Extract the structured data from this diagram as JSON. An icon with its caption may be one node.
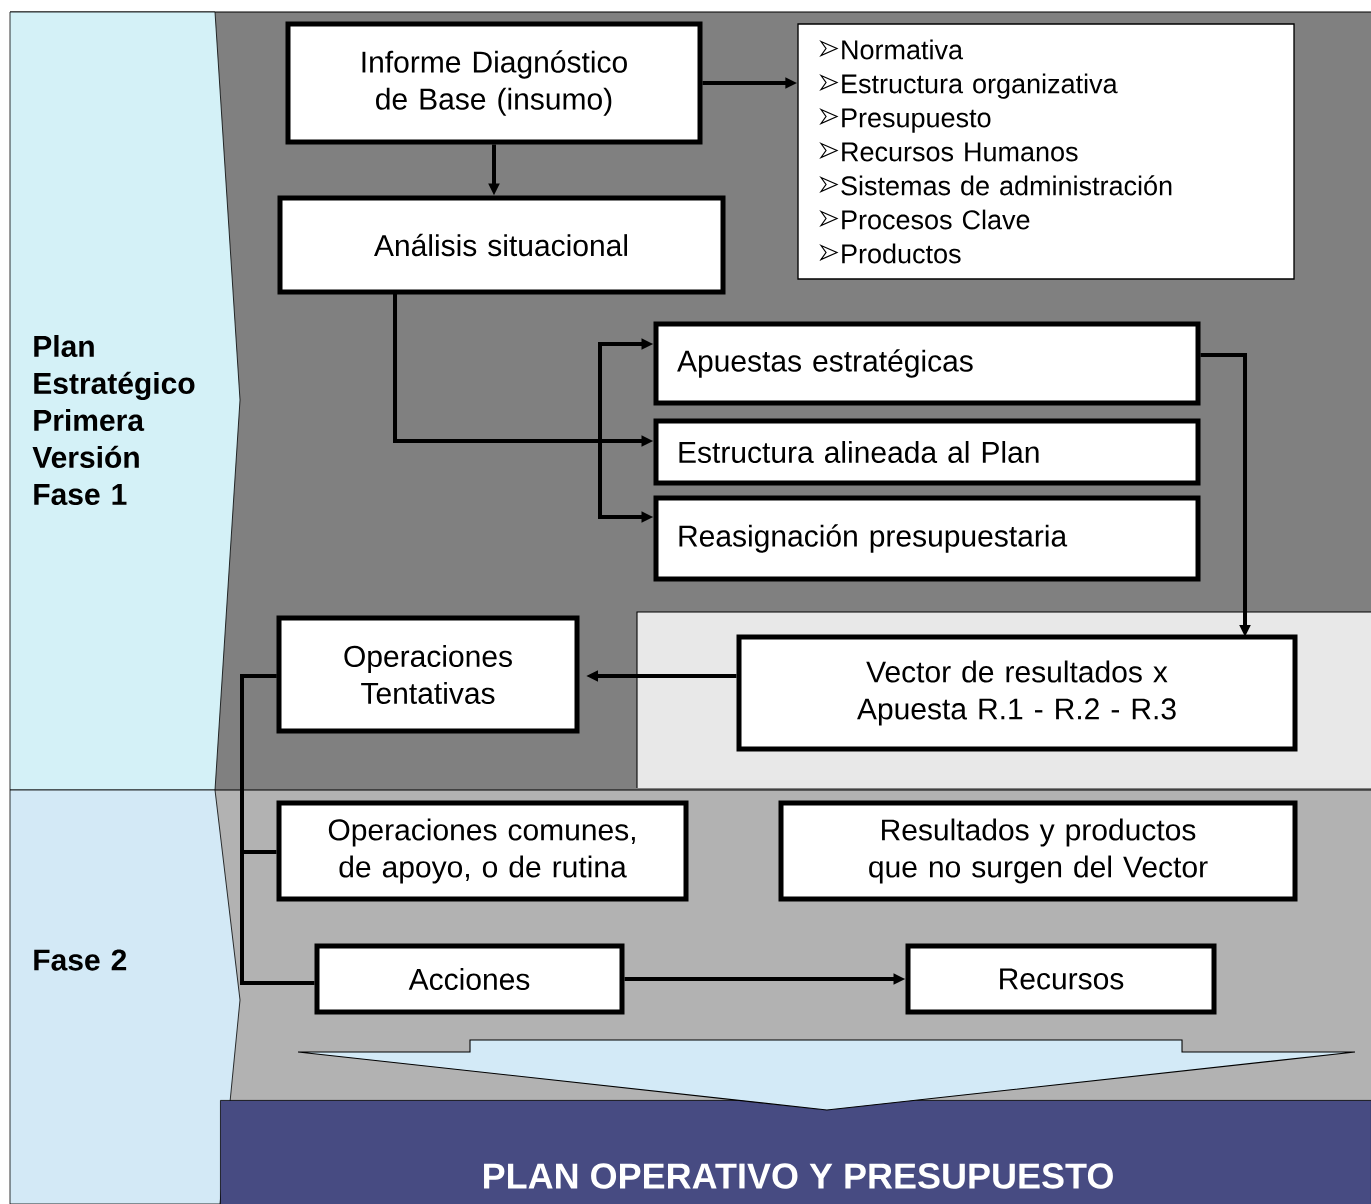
{
  "diagram": {
    "nodes": [
      {
        "text": [
          "Plan Estratégico Primera Versión Fase 1"
        ]
      },
      {
        "text": [
          "Fase 2"
        ]
      },
      {
        "text": [
          "Informe Diagnóstico de Base (insumo)"
        ]
      },
      {
        "text": [
          "Normativa",
          "Estructura organizativa",
          "Presupuesto",
          "Recursos Humanos",
          "Sistemas de administración",
          "Procesos Clave",
          "Productos"
        ]
      },
      {
        "text": [
          "Análisis situacional"
        ]
      },
      {
        "text": [
          "Apuestas estratégicas"
        ]
      },
      {
        "text": [
          "Estructura alineada al Plan"
        ]
      },
      {
        "text": [
          "Reasignación presupuestaria"
        ]
      },
      {
        "text": [
          "Operaciones Tentativas"
        ]
      },
      {
        "text": [
          "Vector de resultados x Apuesta R.1 - R.2 - R.3"
        ]
      },
      {
        "text": [
          "Operaciones comunes, de apoyo, o de rutina"
        ]
      },
      {
        "text": [
          "Resultados y productos que no surgen del Vector"
        ]
      },
      {
        "text": [
          "Acciones"
        ]
      },
      {
        "text": [
          "Recursos"
        ]
      },
      {
        "text": [
          "PLAN OPERATIVO Y PRESUPUESTO"
        ]
      }
    ],
    "edges": [
      {
        "from": 2,
        "to": 3,
        "arrow": "to"
      },
      {
        "from": 2,
        "to": 4,
        "arrow": "to"
      },
      {
        "from": 4,
        "to": 5,
        "arrow": "to"
      },
      {
        "from": 4,
        "to": 6,
        "arrow": "to"
      },
      {
        "from": 4,
        "to": 7,
        "arrow": "to"
      },
      {
        "from": 5,
        "to": 9,
        "arrow": "to"
      },
      {
        "from": 9,
        "to": 8,
        "arrow": "to"
      },
      {
        "from": 8,
        "to": 10,
        "arrow": "none"
      },
      {
        "from": 8,
        "to": 12,
        "arrow": "none"
      },
      {
        "from": 12,
        "to": 13,
        "arrow": "to"
      },
      {
        "from": null,
        "to": 14,
        "arrow": "to"
      }
    ]
  }
}
